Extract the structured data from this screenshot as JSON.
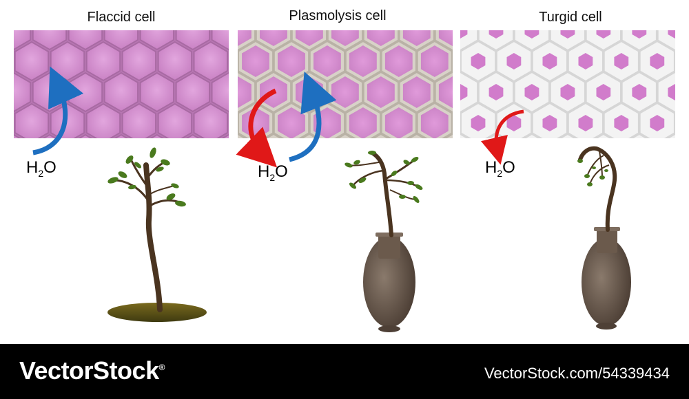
{
  "panels": [
    {
      "title": "Flaccid cell",
      "label_main": "H",
      "label_sub": "2",
      "label_end": "O"
    },
    {
      "title": "Plasmolysis cell",
      "label_main": "H",
      "label_sub": "2",
      "label_end": "O"
    },
    {
      "title": "Turgid cell",
      "label_main": "H",
      "label_sub": "2",
      "label_end": "O"
    }
  ],
  "footer": {
    "brand": "VectorStock",
    "brand_mark": "®",
    "stock_id": "VectorStock.com/54339434"
  },
  "colors": {
    "cell_fill": "#d58fd0",
    "wall": "#c8c4bd",
    "turgid_wall": "#eeeeee",
    "arrow_in": "#1e6fc0",
    "arrow_out": "#e01818",
    "stem": "#4a3420",
    "leaf": "#4a7a1e",
    "vase": "#6b5a4c",
    "soil": "#6b5a1e"
  }
}
